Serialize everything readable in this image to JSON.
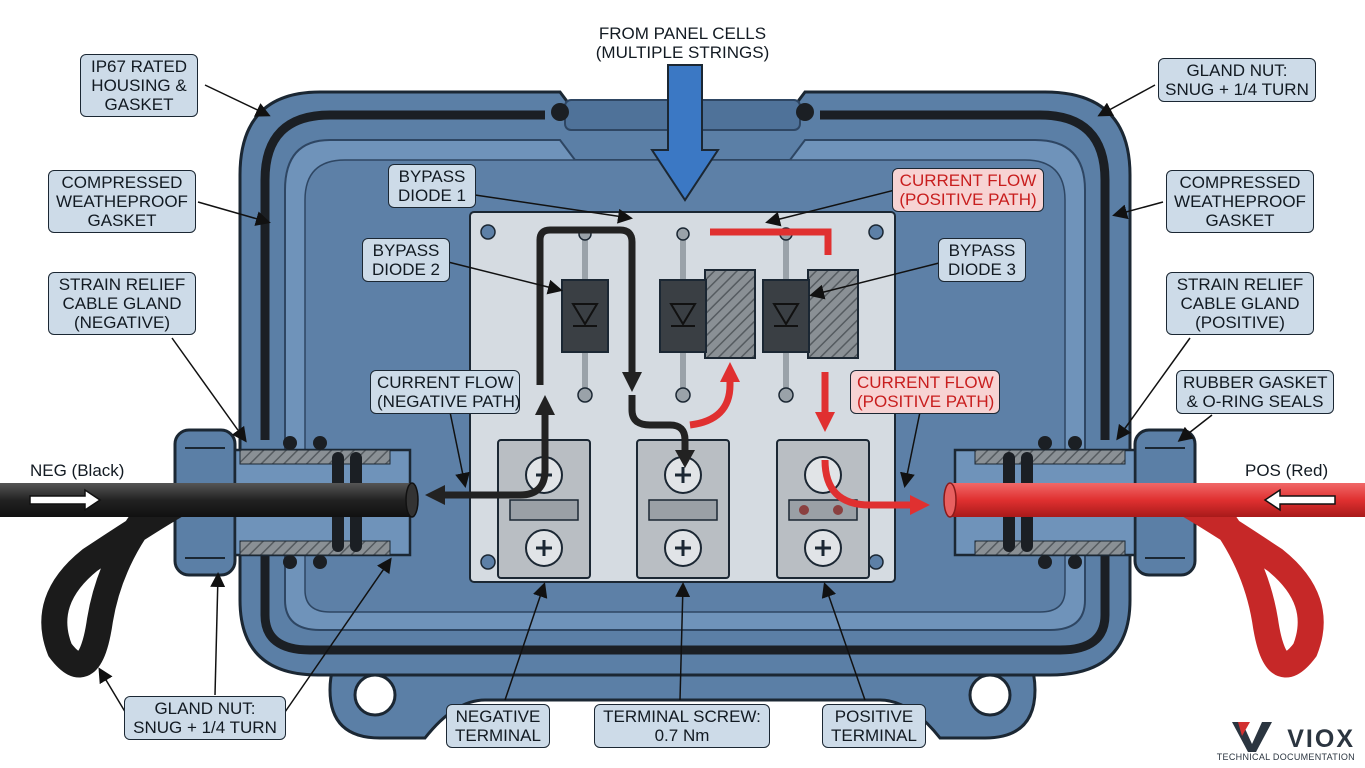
{
  "labels": {
    "from_panel": [
      "FROM PANEL CELLS",
      "(MULTIPLE STRINGS)"
    ],
    "ip67_housing": [
      "IP67 RATED",
      "HOUSING &",
      "GASKET"
    ],
    "gland_nut_right": [
      "GLAND NUT:",
      "SNUG + 1/4 TURN"
    ],
    "gasket_left": [
      "COMPRESSED",
      "WEATHEPROOF",
      "GASKET"
    ],
    "gasket_right": [
      "COMPRESSED",
      "WEATHEPROOF",
      "GASKET"
    ],
    "strain_relief_neg": [
      "STRAIN RELIEF",
      "CABLE GLAND",
      "(NEGATIVE)"
    ],
    "strain_relief_pos": [
      "STRAIN RELIEF",
      "CABLE GLAND",
      "(POSITIVE)"
    ],
    "bypass_diode_1": [
      "BYPASS",
      "DIODE 1"
    ],
    "bypass_diode_2": [
      "BYPASS",
      "DIODE 2"
    ],
    "bypass_diode_3": [
      "BYPASS",
      "DIODE 3"
    ],
    "current_flow_pos_top": [
      "CURRENT FLOW",
      "(POSITIVE PATH)"
    ],
    "current_flow_neg": [
      "CURRENT FLOW",
      "(NEGATIVE PATH)"
    ],
    "current_flow_pos": [
      "CURRENT FLOW",
      "(POSITIVE PATH)"
    ],
    "rubber_gasket": [
      "RUBBER GASKET",
      "& O-RING SEALS"
    ],
    "neg_wire": "NEG (Black)",
    "pos_wire": "POS (Red)",
    "gland_nut_left": [
      "GLAND NUT:",
      "SNUG + 1/4 TURN"
    ],
    "negative_terminal": [
      "NEGATIVE",
      "TERMINAL"
    ],
    "terminal_screw": [
      "TERMINAL SCREW:",
      "0.7 Nm"
    ],
    "positive_terminal": [
      "POSITIVE",
      "TERMINAL"
    ]
  },
  "logo": {
    "brand": "VIOX",
    "subtitle": "TECHNICAL DOCUMENTATION"
  },
  "colors": {
    "housing": "#5b7fa6",
    "housing_dark": "#3f5f85",
    "housing_inner": "#6f93ba",
    "plate": "#d5dbe1",
    "label_fill": "#cddbe8",
    "label_pink": "#f7d3d3",
    "positive_red": "#e03030",
    "negative_black": "#222222",
    "arrow_blue": "#3b78c4"
  },
  "icons": [
    "logo-v-icon",
    "diode-icon",
    "screw-icon",
    "flow-arrow-icon"
  ]
}
